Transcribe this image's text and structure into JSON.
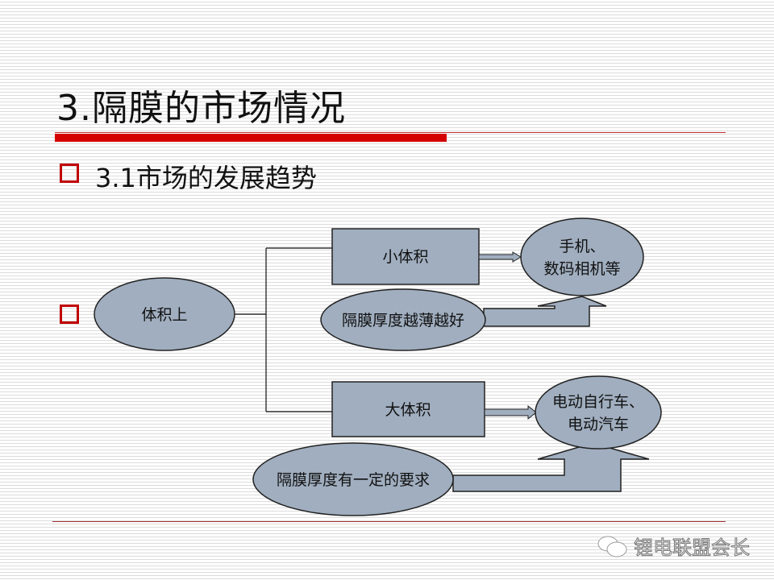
{
  "title": "3.隔膜的市场情况",
  "subtitle": "3.1市场的发展趋势",
  "diagram": {
    "root": "体积上",
    "small_box": "小体积",
    "small_target_l1": "手机、",
    "small_target_l2": "数码相机等",
    "small_req": "隔膜厚度越薄越好",
    "large_box": "大体积",
    "large_target_l1": "电动自行车、",
    "large_target_l2": "电动汽车",
    "large_req": "隔膜厚度有一定的要求"
  },
  "watermark": "锂电联盟会长",
  "colors": {
    "accent": "#d40000",
    "shape_fill": "#a0aebf"
  }
}
